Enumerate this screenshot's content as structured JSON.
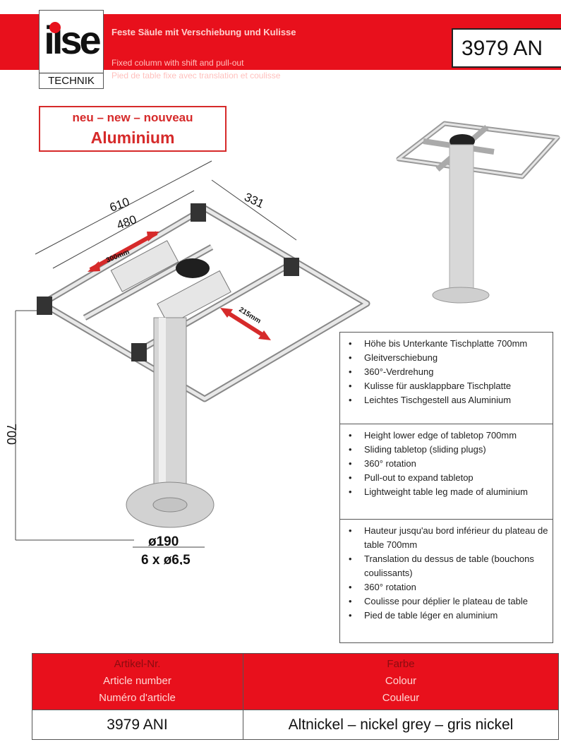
{
  "header": {
    "logo_text": "ilse",
    "logo_sub": "TECHNIK",
    "title_de": "Feste Säule mit Verschiebung und Kulisse",
    "title_en": "Fixed column with shift and pull-out",
    "title_fr": "Pied de table fixe avec translation et coulisse",
    "article_code": "3979 AN"
  },
  "badge": {
    "line1": "neu – new – nouveau",
    "line2": "Aluminium"
  },
  "dimensions": {
    "width_outer": "610",
    "width_inner": "480",
    "depth": "331",
    "shift": "300mm",
    "pullout": "215mm",
    "height": "700",
    "base_diameter": "ø190",
    "holes": "6 x ø6,5"
  },
  "features": {
    "de": [
      "Höhe bis Unterkante Tischplatte 700mm",
      "Gleitverschiebung",
      "360°-Verdrehung",
      "Kulisse für ausklappbare Tischplatte",
      "Leichtes Tischgestell aus Aluminium"
    ],
    "en": [
      "Height lower edge of tabletop 700mm",
      "Sliding tabletop (sliding plugs)",
      "360° rotation",
      "Pull-out to expand tabletop",
      "Lightweight table leg made of aluminium"
    ],
    "fr": [
      "Hauteur jusqu'au bord inférieur du plateau de table 700mm",
      "Translation du dessus de table (bouchons coulissants)",
      "360° rotation",
      "Coulisse pour déplier le plateau de table",
      "Pied de table léger en aluminium"
    ]
  },
  "table": {
    "col1_header": [
      "Artikel-Nr.",
      "Article number",
      "Numéro d'article"
    ],
    "col2_header": [
      "Farbe",
      "Colour",
      "Couleur"
    ],
    "col1_value": "3979 ANI",
    "col2_value": "Altnickel – nickel grey – gris nickel"
  },
  "colors": {
    "brand_red": "#e8101c",
    "badge_red": "#d62a2a"
  }
}
